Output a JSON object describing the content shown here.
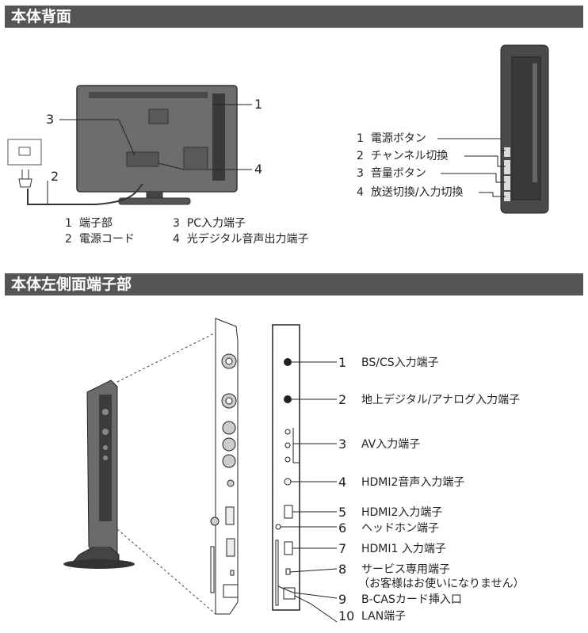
{
  "sections": {
    "back": {
      "title": "本体背面"
    },
    "left_side": {
      "title": "本体左側面端子部"
    }
  },
  "back_view": {
    "callouts": [
      "1",
      "2",
      "3",
      "4"
    ],
    "legend_left": [
      {
        "num": "1",
        "label": "端子部"
      },
      {
        "num": "2",
        "label": "電源コード"
      }
    ],
    "legend_right": [
      {
        "num": "3",
        "label": "PC入力端子"
      },
      {
        "num": "4",
        "label": "光デジタル音声出力端子"
      }
    ]
  },
  "side_buttons": [
    {
      "num": "1",
      "label": "電源ボタン"
    },
    {
      "num": "2",
      "label": "チャンネル切換"
    },
    {
      "num": "3",
      "label": "音量ボタン"
    },
    {
      "num": "4",
      "label": "放送切換/入力切換"
    }
  ],
  "left_terminals": [
    {
      "num": "1",
      "label": "BS/CS入力端子"
    },
    {
      "num": "2",
      "label": "地上デジタル/アナログ入力端子"
    },
    {
      "num": "3",
      "label": "AV入力端子"
    },
    {
      "num": "4",
      "label": "HDMI2音声入力端子"
    },
    {
      "num": "5",
      "label": "HDMI2入力端子"
    },
    {
      "num": "6",
      "label": "ヘッドホン端子"
    },
    {
      "num": "7",
      "label": "HDMI1 入力端子"
    },
    {
      "num": "8",
      "label": "サービス専用端子",
      "note": "（お客様はお使いになりません）"
    },
    {
      "num": "9",
      "label": "B-CASカード挿入口"
    },
    {
      "num": "10",
      "label": "LAN端子"
    }
  ]
}
